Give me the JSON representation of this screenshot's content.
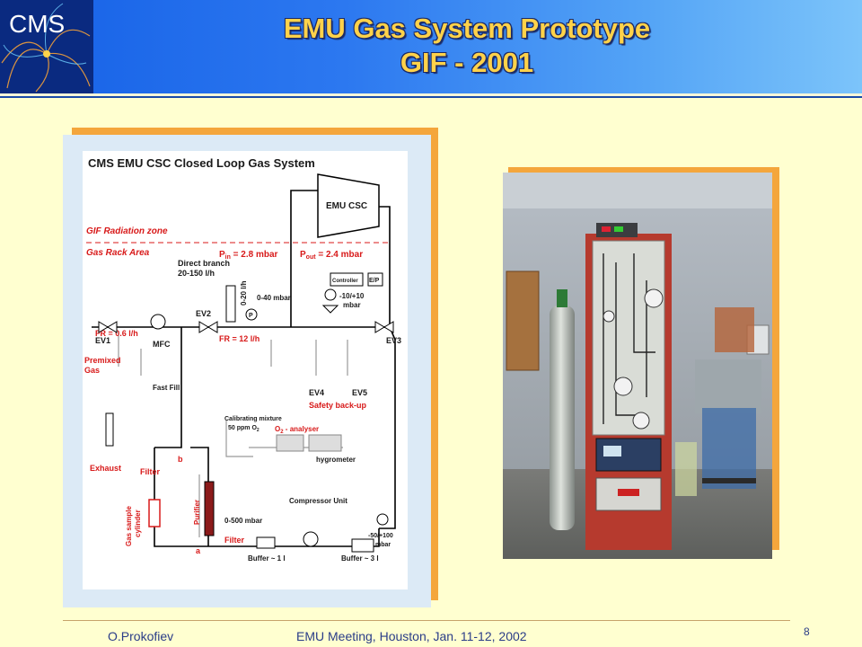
{
  "slide": {
    "title_line1": "EMU Gas System Prototype",
    "title_line2": "GIF - 2001",
    "logo_text": "CMS",
    "footer_author": "O.Prokofiev",
    "footer_event": "EMU Meeting, Houston, Jan. 11-12,  2002",
    "page_number": "8"
  },
  "diagram": {
    "title": "CMS EMU CSC Closed Loop Gas System",
    "zone_radiation": "GIF Radiation zone",
    "zone_rack": "Gas Rack Area",
    "chamber": "EMU CSC",
    "p_in": "P",
    "p_in_sub": "in",
    "p_in_val": " = 2.8 mbar",
    "p_out": "P",
    "p_out_sub": "out",
    "p_out_val": " = 2.4 mbar",
    "direct_branch": "Direct branch",
    "direct_flow": "20-150 l/h",
    "flow_meter": "0-20 l/h",
    "p_gauge_1": "0-40 mbar",
    "controller": "Controller",
    "ep": "E/P",
    "p_control": "-10/+10",
    "p_control_unit": "mbar",
    "fr1": "FR = 0.6 l/h",
    "fr2": "FR = 12 l/h",
    "ev1": "EV1",
    "ev2": "EV2",
    "ev3": "EV3",
    "ev4": "EV4",
    "ev5": "EV5",
    "mfc": "MFC",
    "premixed": "Premixed",
    "gas": "Gas",
    "fast_fill": "Fast Fill",
    "safety": "Safety back-up",
    "calib1": "Calibrating mixture",
    "calib2": "50 ppm O",
    "calib2_sub": "2",
    "analyser_prefix": "O",
    "analyser_sub": "2",
    "analyser": " - analyser",
    "hygrometer": "hygrometer",
    "exhaust": "Exhaust",
    "filter1": "Filter",
    "filter2": "Filter",
    "label_b": "b",
    "label_a": "a",
    "gas_sample1": "Gas sample",
    "gas_sample2": "cylinder",
    "purifier": "Purifier",
    "p_gauge_2": "0-500 mbar",
    "compressor": "Compressor Unit",
    "p_gauge_3": "-50/+100",
    "p_gauge_3_unit": "mbar",
    "buffer1": "Buffer ~ 1 l",
    "buffer2": "Buffer ~ 3 l",
    "p_symbol": "P"
  }
}
